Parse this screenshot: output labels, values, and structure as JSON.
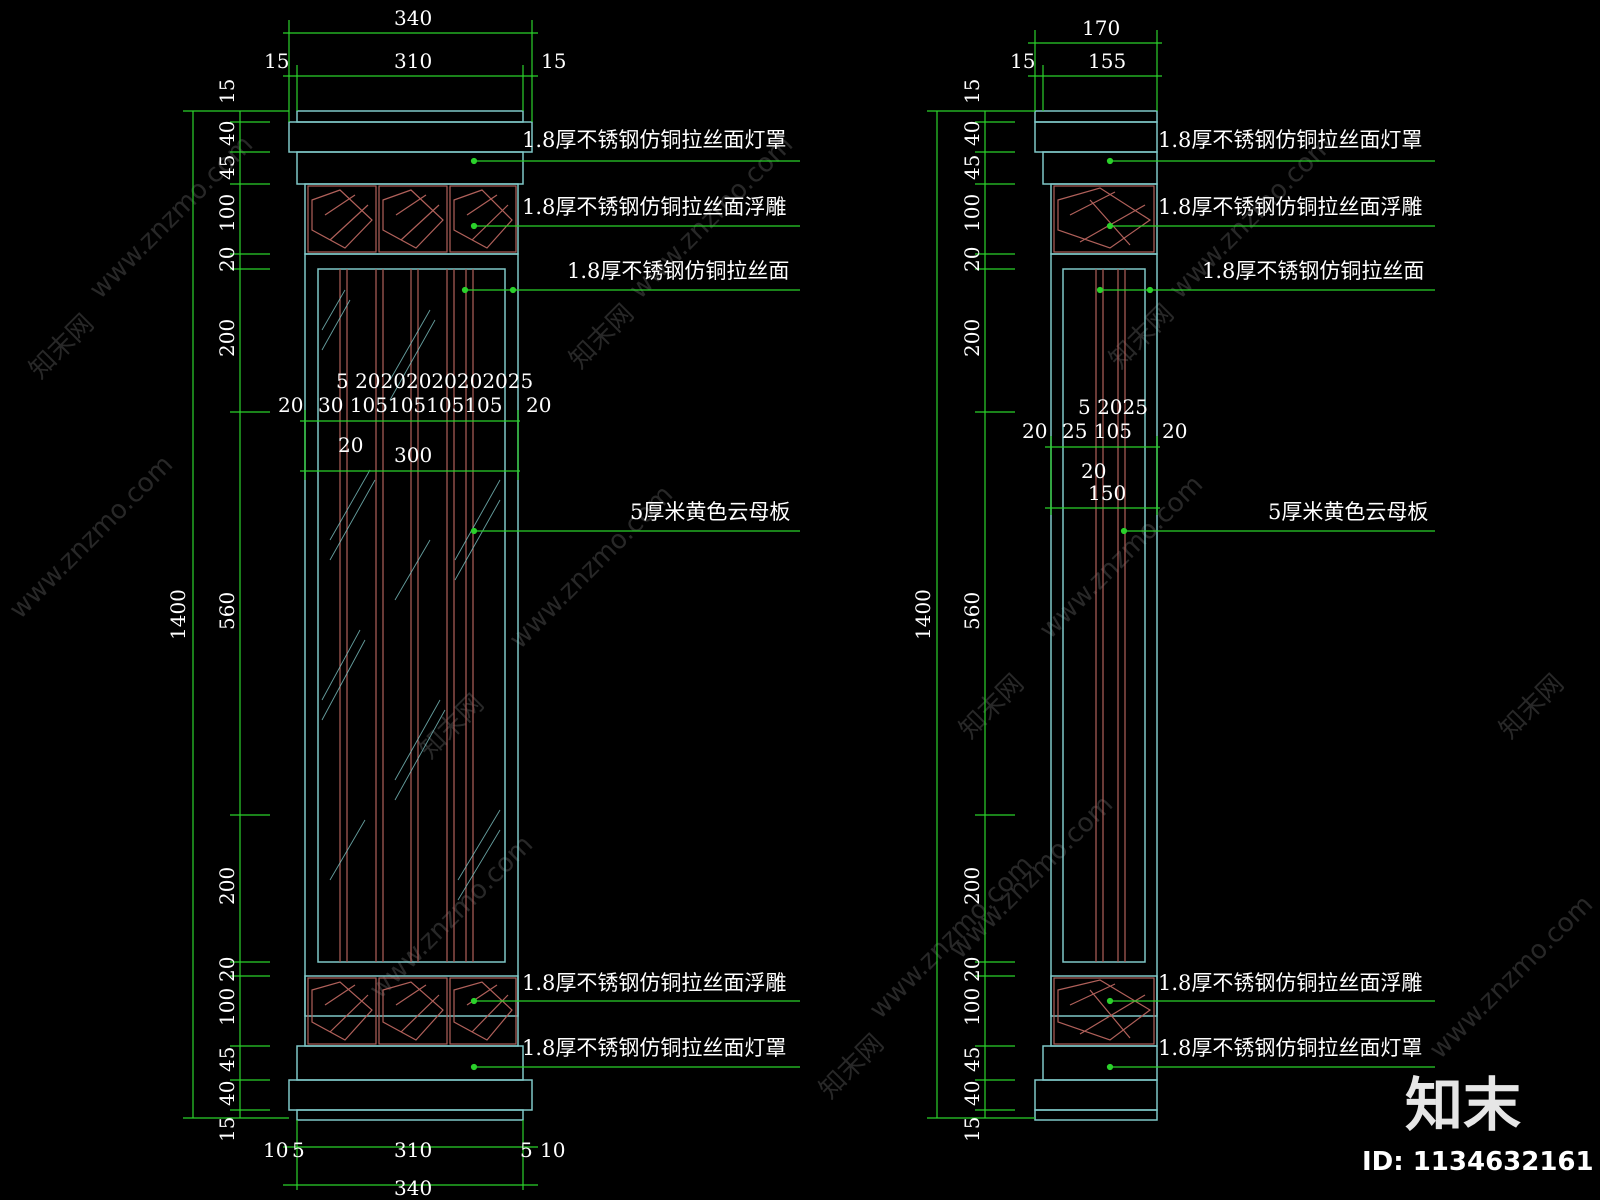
{
  "watermark": {
    "brand_cn": "知末网",
    "url": "www.znzmo.com"
  },
  "logo": {
    "text": "知末",
    "id": "ID: 1134632161"
  },
  "colors": {
    "frame": "#7fc7c7",
    "carving": "#b0605a",
    "dim": "#2bd12b",
    "text": "#ffffff"
  },
  "left": {
    "labels": {
      "top_lamp": "1.8厚不锈钢仿铜拉丝面灯罩",
      "top_relief": "1.8厚不锈钢仿铜拉丝面浮雕",
      "panel": "1.8厚不锈钢仿铜拉丝面",
      "mica": "5厚米黄色云母板",
      "bottom_relief": "1.8厚不锈钢仿铜拉丝面浮雕",
      "bottom_lamp": "1.8厚不锈钢仿铜拉丝面灯罩"
    },
    "top_dims": {
      "total": "340",
      "inner": "310",
      "side_l": "15",
      "side_r": "15"
    },
    "bottom_dims": {
      "total": "340",
      "inner": "310",
      "a": "10",
      "b": "5",
      "c": "5",
      "d": "10"
    },
    "vert_dims": [
      "15",
      "40",
      "45",
      "100",
      "20",
      "200",
      "560",
      "200",
      "20",
      "100",
      "45",
      "40",
      "15"
    ],
    "overall_height": "1400",
    "mid_dims": {
      "upper_row": "5  20202020202025",
      "lower_row": "30 105105105105",
      "left": "20",
      "right": "20",
      "under": "20",
      "width": "300"
    }
  },
  "right": {
    "labels": {
      "top_lamp": "1.8厚不锈钢仿铜拉丝面灯罩",
      "top_relief": "1.8厚不锈钢仿铜拉丝面浮雕",
      "panel": "1.8厚不锈钢仿铜拉丝面",
      "mica": "5厚米黄色云母板",
      "bottom_relief": "1.8厚不锈钢仿铜拉丝面浮雕",
      "bottom_lamp": "1.8厚不锈钢仿铜拉丝面灯罩"
    },
    "top_dims": {
      "total": "170",
      "inner": "155",
      "side_l": "15"
    },
    "vert_dims": [
      "15",
      "40",
      "45",
      "100",
      "20",
      "200",
      "560",
      "200",
      "20",
      "100",
      "45",
      "40",
      "15"
    ],
    "overall_height": "1400",
    "mid_dims": {
      "upper_row": "5  2025",
      "lower_row": "25 105",
      "left": "20",
      "right": "20",
      "under": "20",
      "width": "150"
    }
  }
}
